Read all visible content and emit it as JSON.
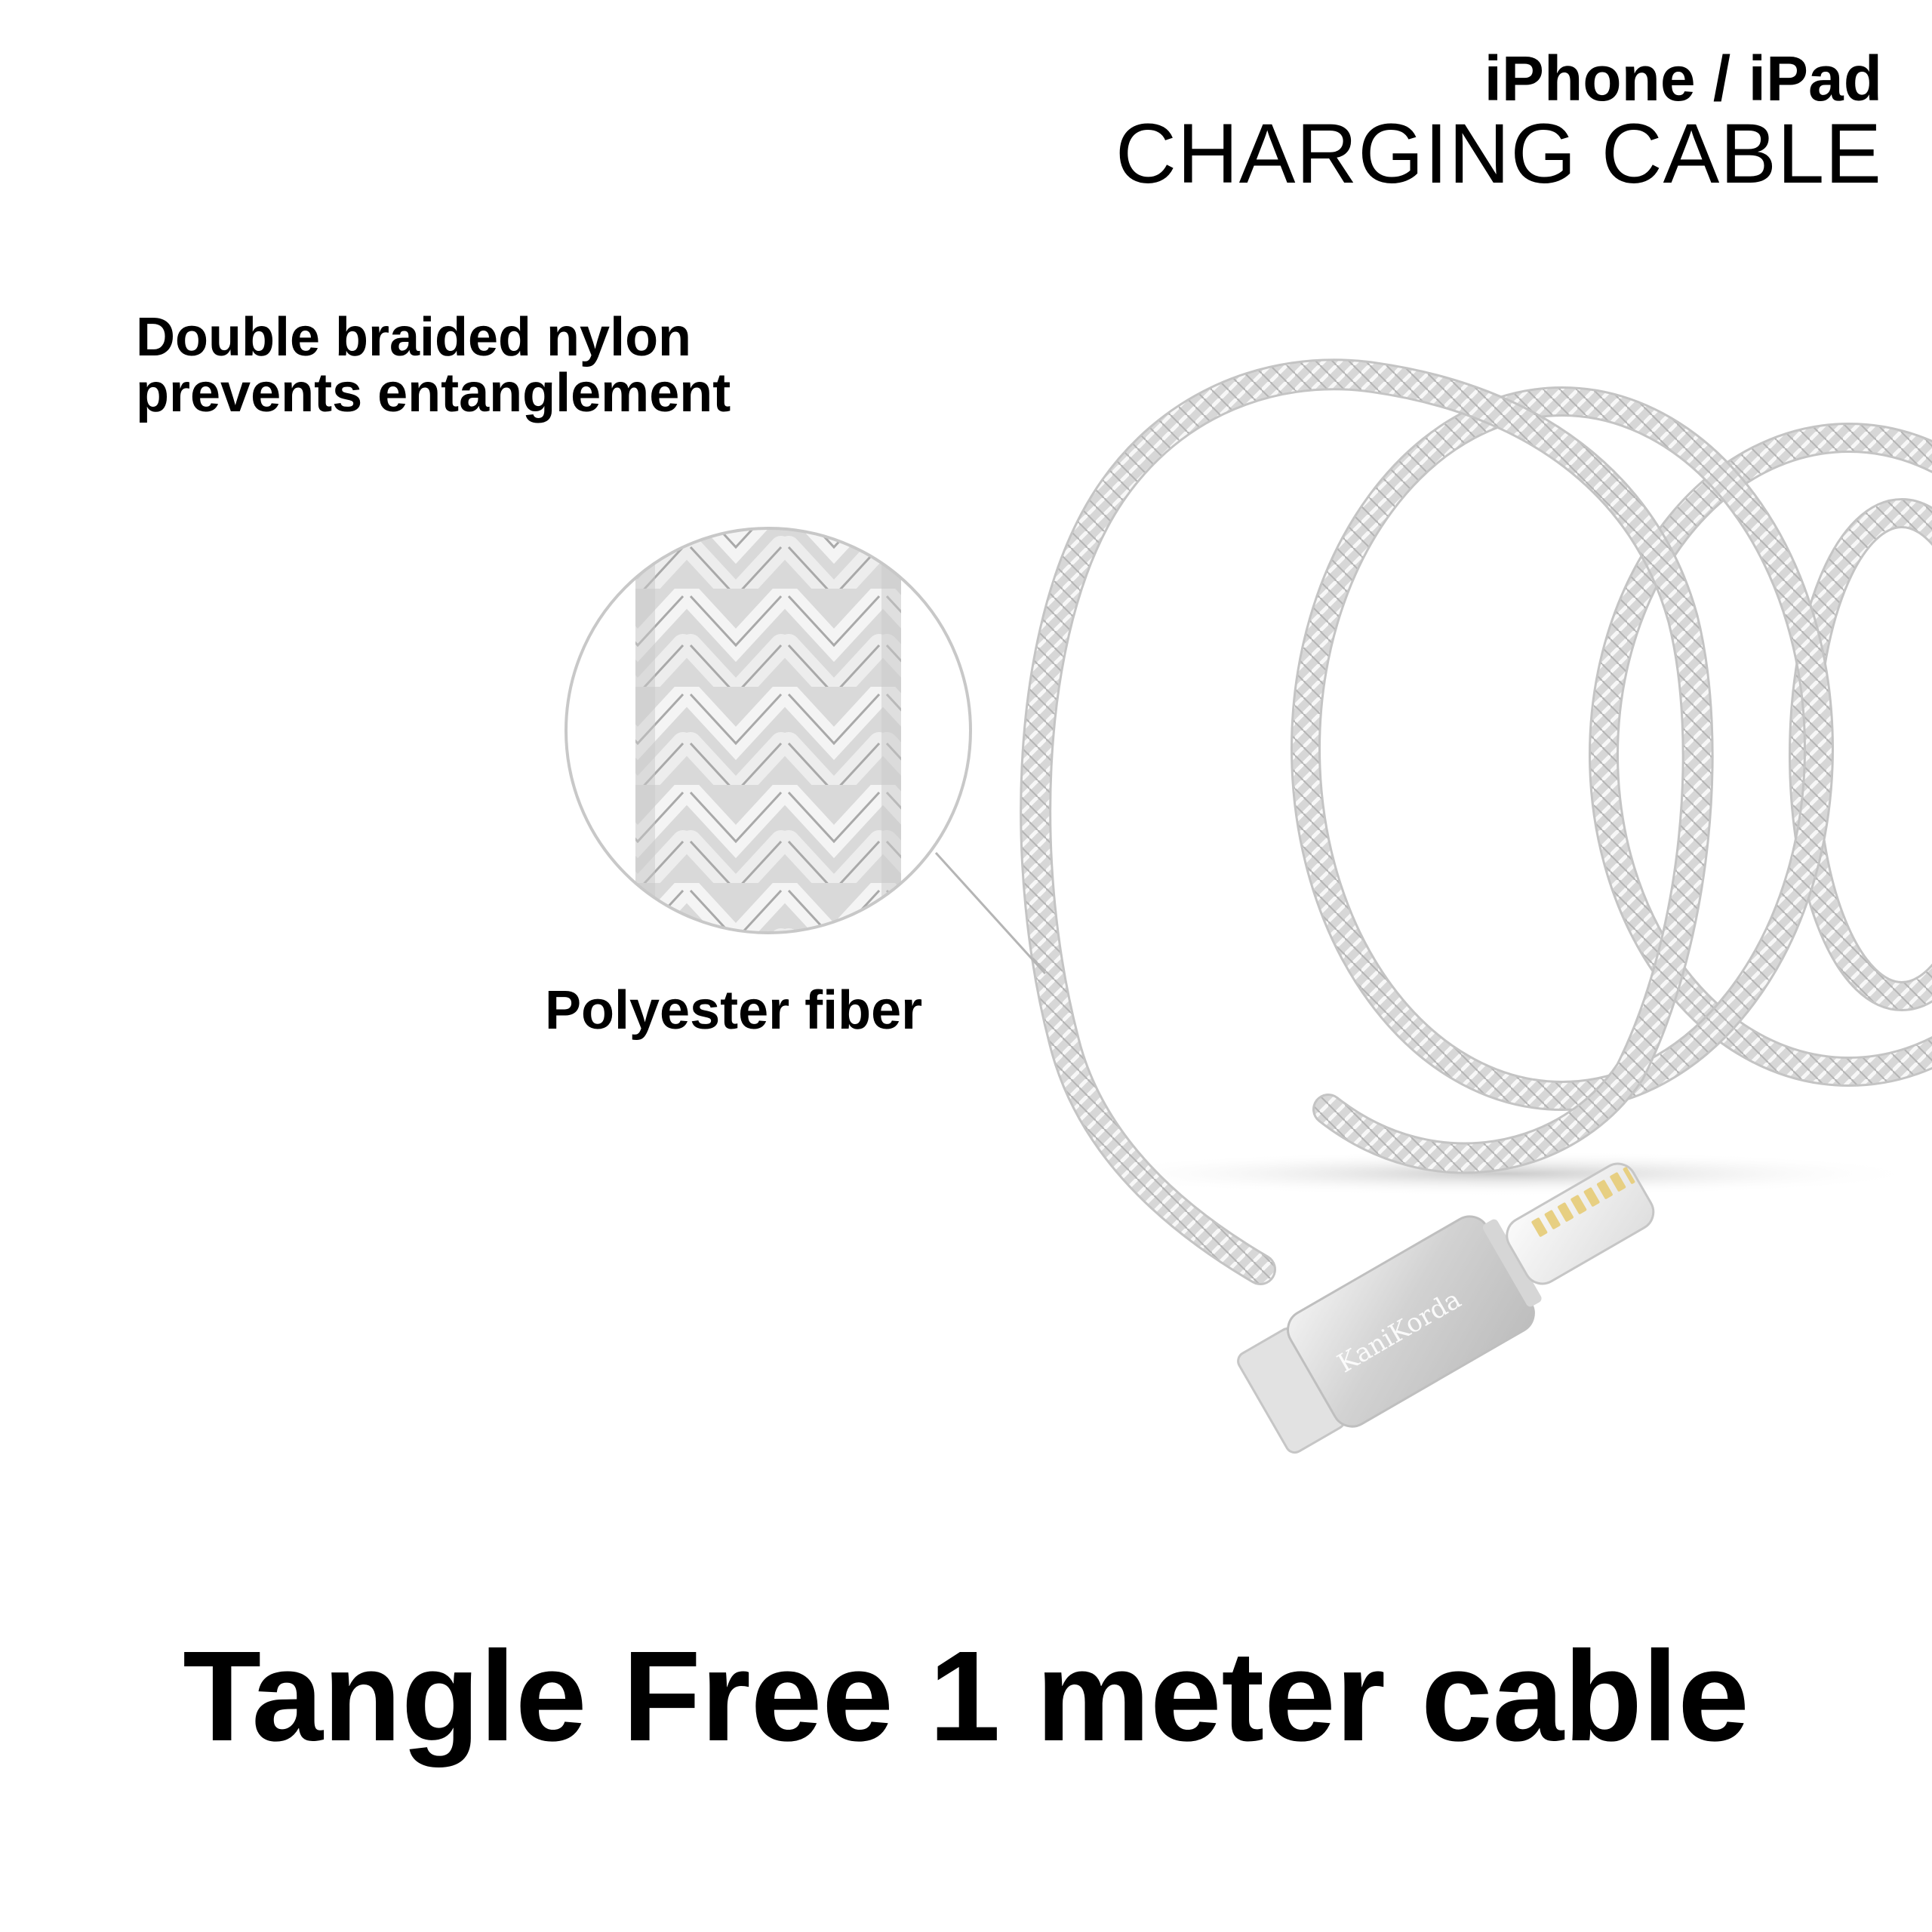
{
  "header": {
    "line1": "iPhone / iPad",
    "line2": "CHARGING CABLE"
  },
  "callouts": {
    "braid_note_line1": "Double braided nylon",
    "braid_note_line2": "prevents entanglement",
    "fiber_label": "Polyester fiber"
  },
  "connector": {
    "brand_text": "KaniKorda"
  },
  "headline": "Tangle Free 1 meter cable",
  "colors": {
    "cable": "#d5d5d5",
    "cable_weave": "#f5f5f5",
    "text": "#000000",
    "callout_ring": "#c8c8c8"
  },
  "icons": [
    "lightning-connector-icon"
  ]
}
